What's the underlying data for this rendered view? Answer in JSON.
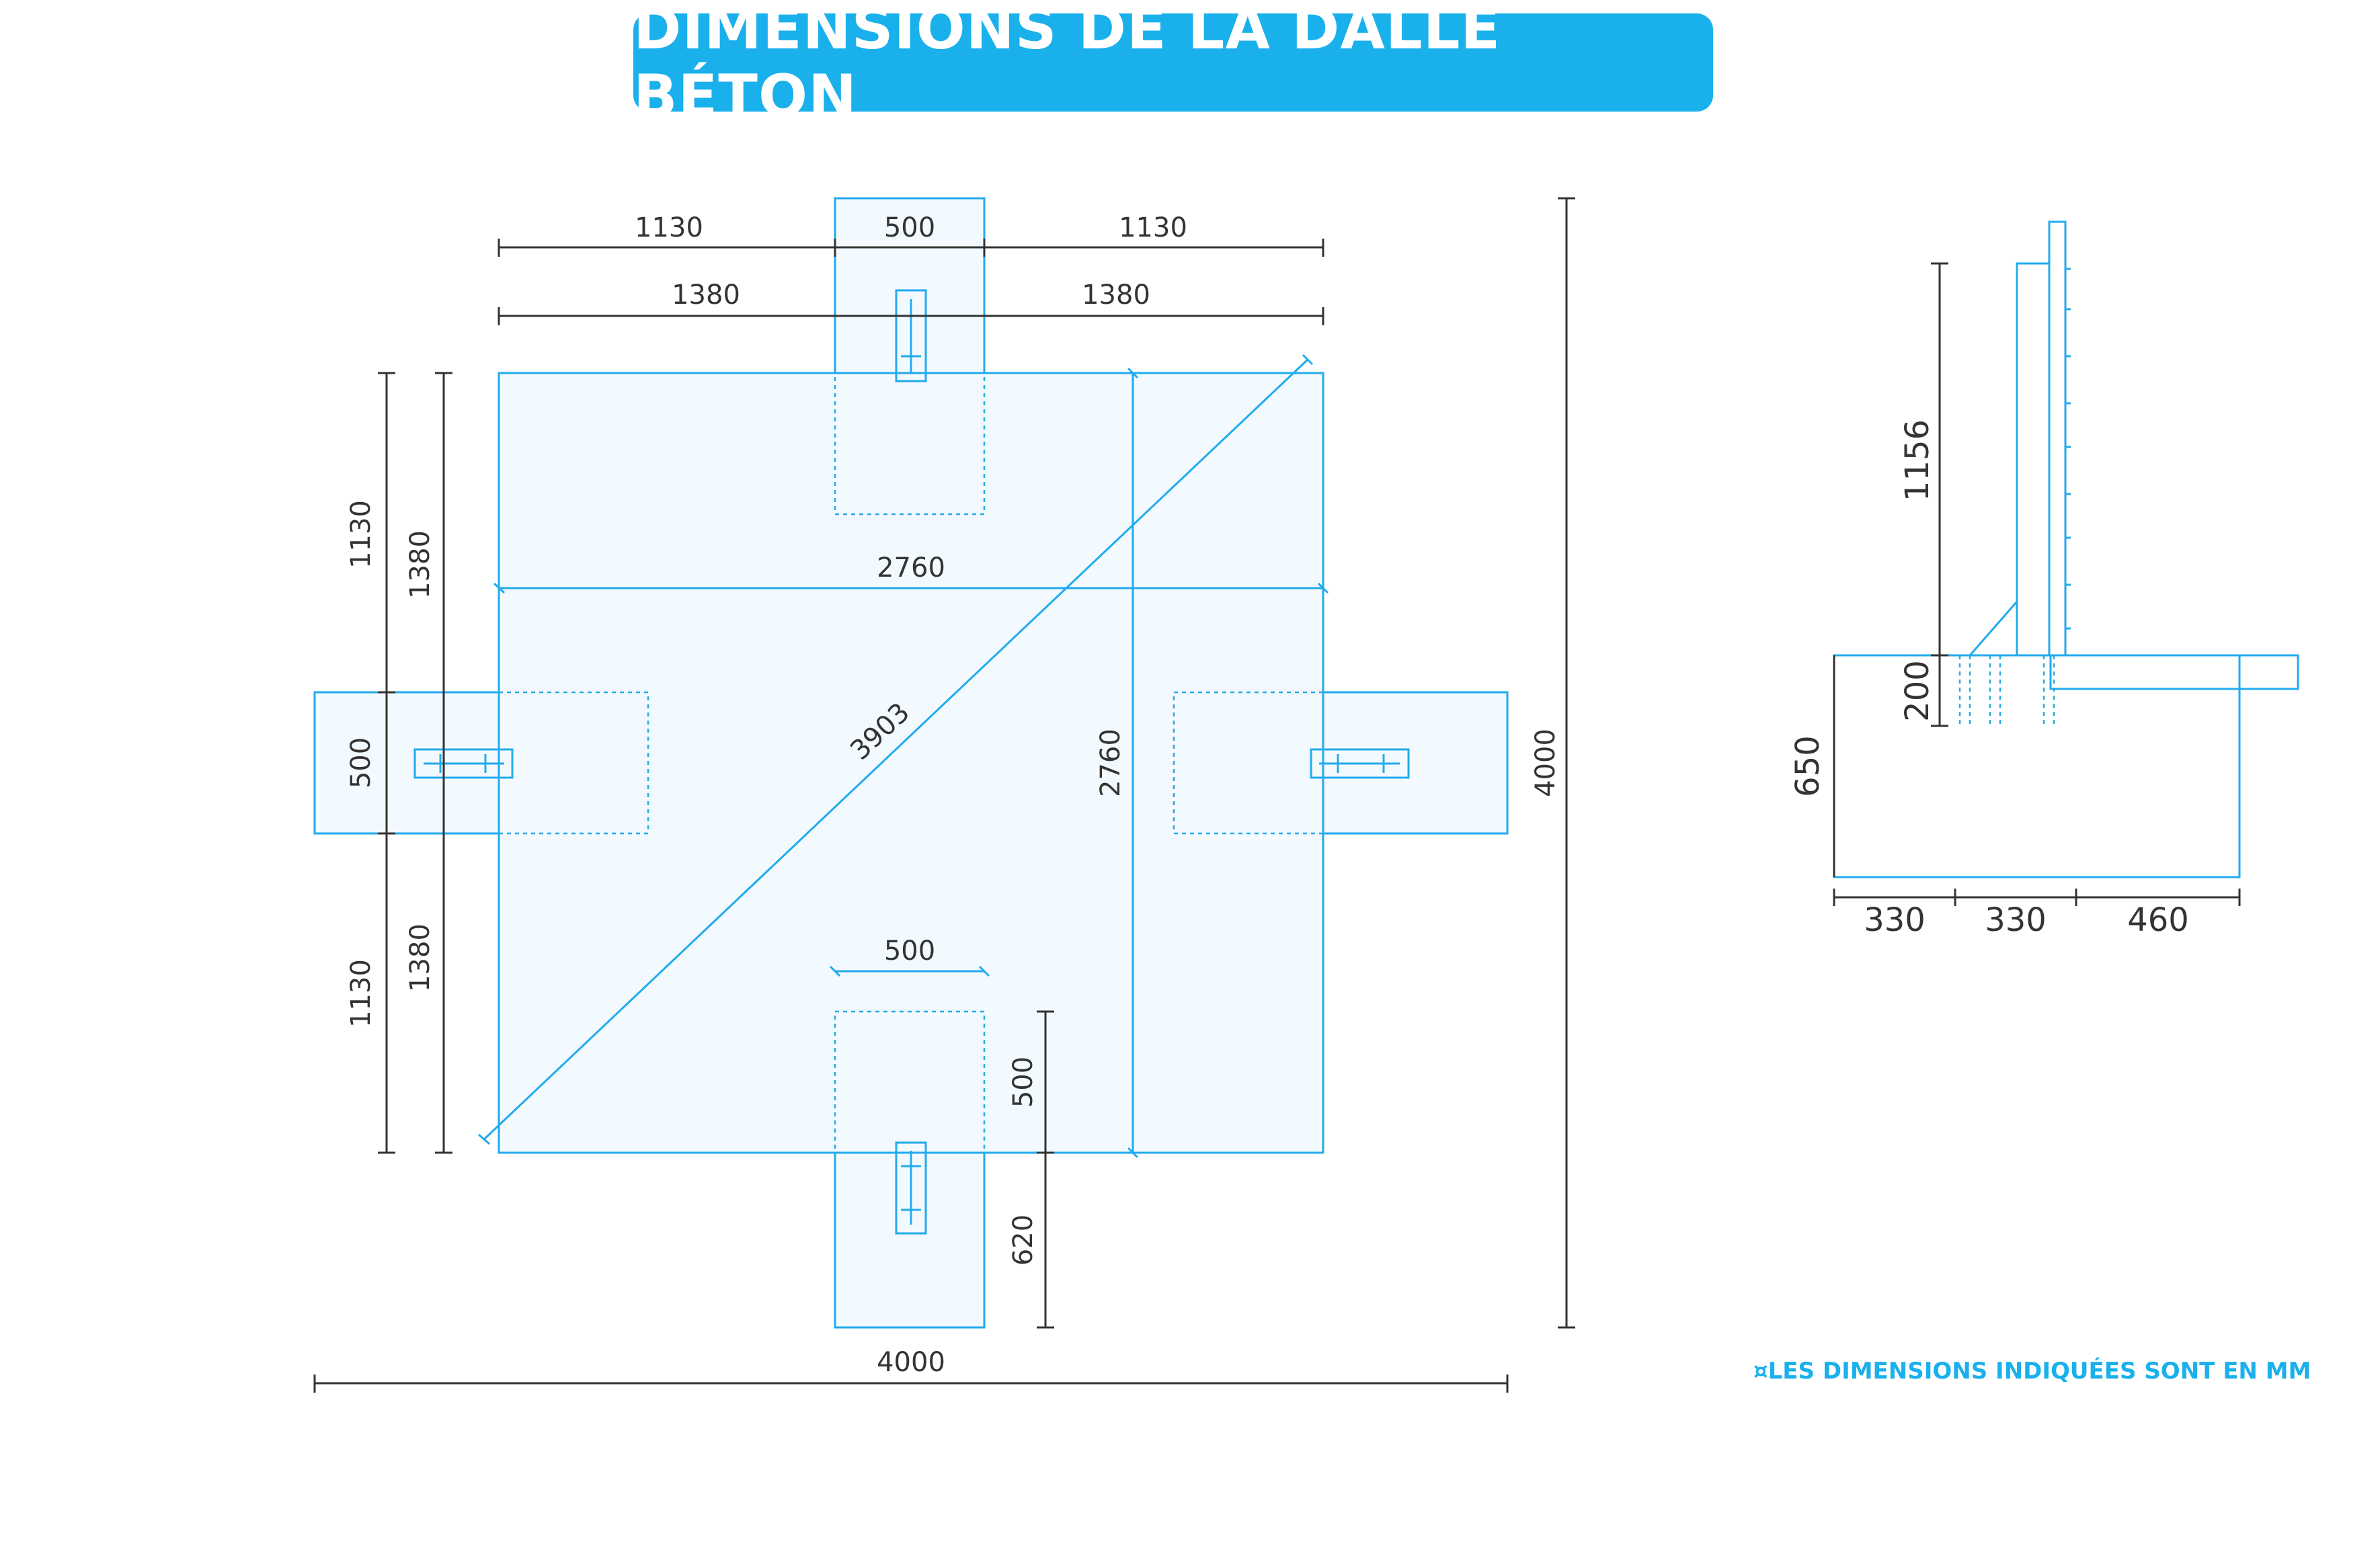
{
  "title": "DIMENSIONS DE LA DALLE BÉTON",
  "note": "¤LES DIMENSIONS INDIQUÉES SONT EN MM",
  "colors": {
    "accent": "#1ab0ec",
    "slab_fill": "#f2faff",
    "line": "#22aaee",
    "dim_line": "#333333"
  },
  "plan": {
    "top_left_offset": "1130",
    "top_center_width": "500",
    "top_right_offset": "1130",
    "top_left_outer": "1380",
    "top_right_outer": "1380",
    "left_upper_inner": "1130",
    "left_upper_outer": "1380",
    "left_center_width": "500",
    "left_lower_inner": "1130",
    "left_lower_outer": "1380",
    "slab_width": "2760",
    "slab_height": "2760",
    "diagonal": "3903",
    "bottom_center_width": "500",
    "bottom_pocket_depth": "500",
    "bottom_extension": "620",
    "total_width": "4000",
    "total_height": "4000"
  },
  "section": {
    "post_height": "1156",
    "slab_thickness": "200",
    "footing_depth": "650",
    "width_a": "330",
    "width_b": "330",
    "width_c": "460"
  }
}
